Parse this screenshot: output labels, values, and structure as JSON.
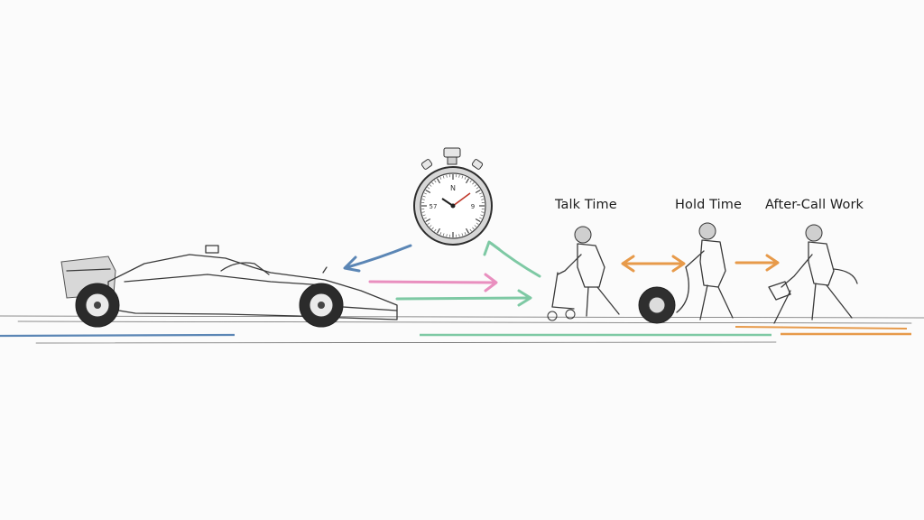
{
  "labels": {
    "talk": "Talk Time",
    "hold": "Hold Time",
    "after": "After-Call Work"
  },
  "stopwatch": {
    "numerals": {
      "top": "N",
      "left": "57",
      "right": "9"
    }
  },
  "colors": {
    "blue": "#5b86b5",
    "pink": "#e98fbf",
    "green": "#7ec9a4",
    "orange": "#e79a4a",
    "ink": "#3a3a3a"
  }
}
